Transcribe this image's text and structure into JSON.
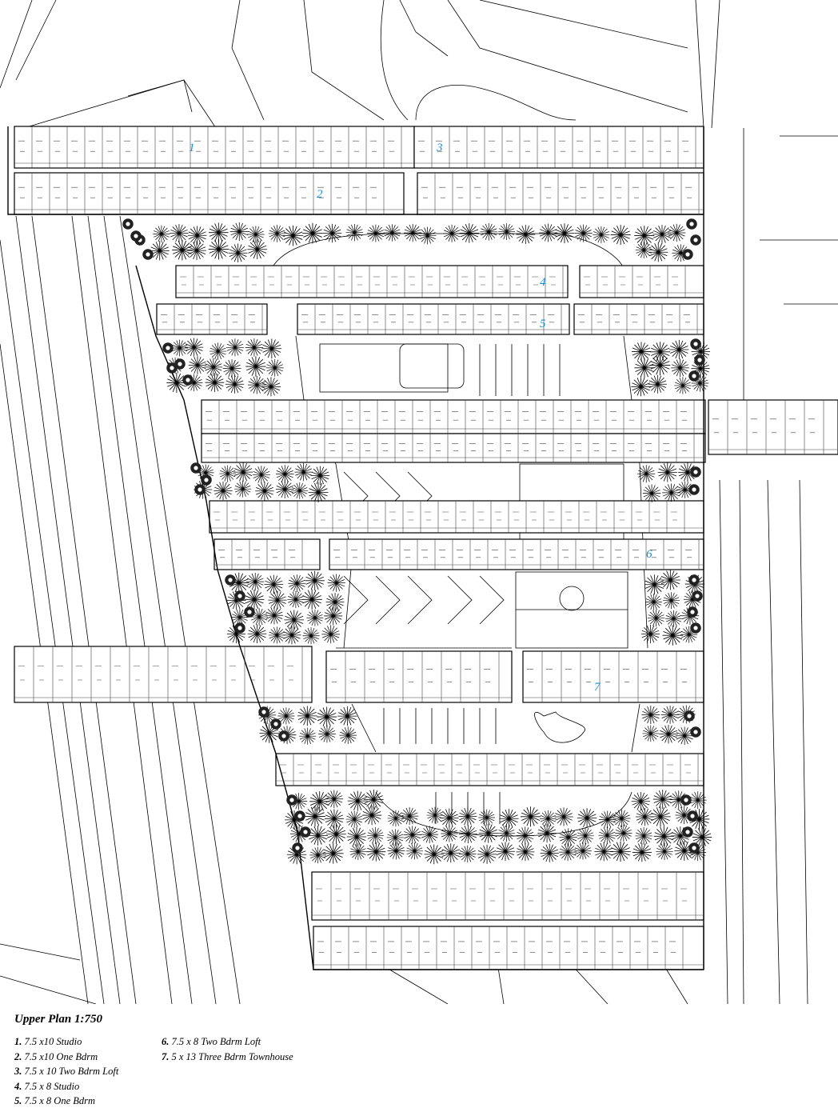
{
  "plan": {
    "unit_markers": [
      {
        "number": "1"
      },
      {
        "number": "2"
      },
      {
        "number": "3"
      },
      {
        "number": "4"
      },
      {
        "number": "5"
      },
      {
        "number": "6"
      },
      {
        "number": "7"
      }
    ]
  },
  "legend": {
    "title": "Upper Plan 1:750",
    "column_1": [
      {
        "number": "1.",
        "text": "7.5 x10 Studio"
      },
      {
        "number": "2.",
        "text": "7.5 x10 One Bdrm"
      },
      {
        "number": "3.",
        "text": "7.5 x 10 Two Bdrm Loft"
      },
      {
        "number": "4.",
        "text": "7.5 x 8 Studio"
      },
      {
        "number": "5.",
        "text": "7.5 x 8 One Bdrm"
      }
    ],
    "column_2": [
      {
        "number": "6.",
        "text": "7.5 x 8 Two Bdrm Loft"
      },
      {
        "number": "7.",
        "text": "5 x 13 Three Bdrm Townhouse"
      }
    ]
  },
  "colors": {
    "line": "#000000",
    "marker": "#1a8fd6",
    "background": "#ffffff"
  }
}
